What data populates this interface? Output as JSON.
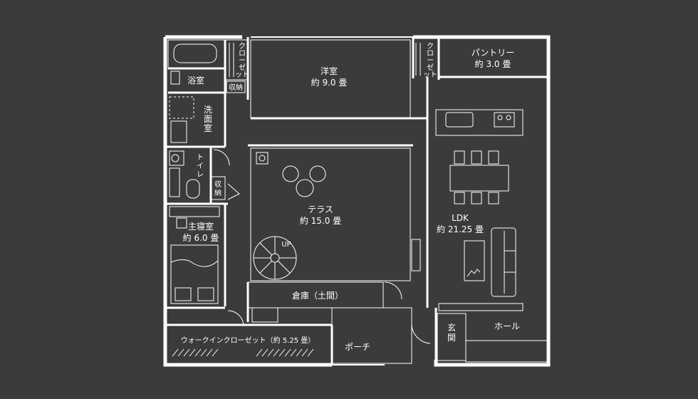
{
  "colors": {
    "background": "#3d3a3a",
    "line": "#ffffff",
    "label_bg": "#4a4747"
  },
  "rooms": {
    "bath": "浴室",
    "washroom": "洗面室",
    "toilet": "トイレ",
    "storage_a": "収納",
    "storage_b": "収納",
    "closet_a": "クローゼット",
    "closet_b": "クローゼット",
    "western_room": {
      "name": "洋室",
      "size": "約 9.0 畳"
    },
    "pantry": {
      "name": "パントリー",
      "size": "約 3.0 畳"
    },
    "terrace": {
      "name": "テラス",
      "size": "約 15.0 畳"
    },
    "up_label": "UP",
    "master_bedroom": {
      "name": "主寝室",
      "size": "約 6.0 畳"
    },
    "ldk": {
      "name": "LDK",
      "size": "約 21.25 畳"
    },
    "storehouse": "倉庫（土間）",
    "walk_in_closet": "ウォークインクローゼット（約 5.25 畳）",
    "porch": "ポーチ",
    "entrance": "玄関",
    "hall": "ホール"
  },
  "icons": [
    "bathtub-icon",
    "toilet-icon",
    "sink-icon",
    "kitchen-counter-icon",
    "stove-icon",
    "dining-table-icon",
    "sofa-icon",
    "bed-icon",
    "spiral-stair-icon",
    "plant-icon",
    "outdoor-chair-icon"
  ]
}
